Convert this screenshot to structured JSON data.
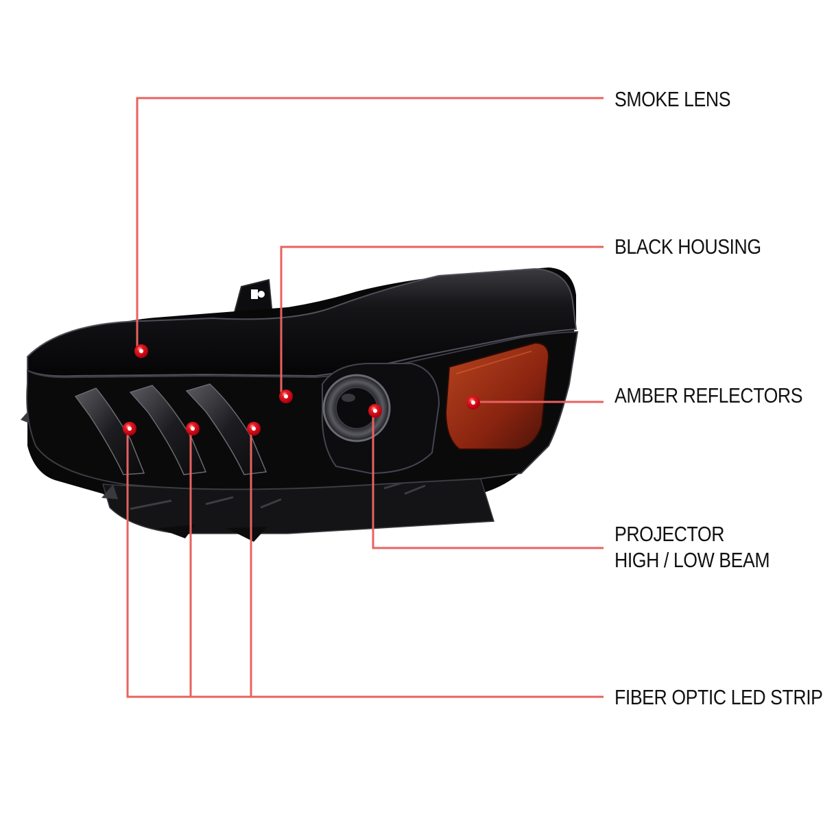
{
  "colors": {
    "leader_line": "#e8625f",
    "marker": "#d8101b",
    "housing": "#0b0b0d",
    "amber": "#8a2410",
    "background": "#ffffff"
  },
  "callouts": [
    {
      "id": "smoke-lens",
      "lines": [
        "SMOKE LENS"
      ]
    },
    {
      "id": "black-housing",
      "lines": [
        "BLACK HOUSING"
      ]
    },
    {
      "id": "amber-reflectors",
      "lines": [
        "AMBER REFLECTORS"
      ]
    },
    {
      "id": "projector",
      "lines": [
        "PROJECTOR",
        "HIGH / LOW BEAM"
      ]
    },
    {
      "id": "fiber-optic",
      "lines": [
        "FIBER OPTIC LED STRIPS"
      ]
    }
  ]
}
